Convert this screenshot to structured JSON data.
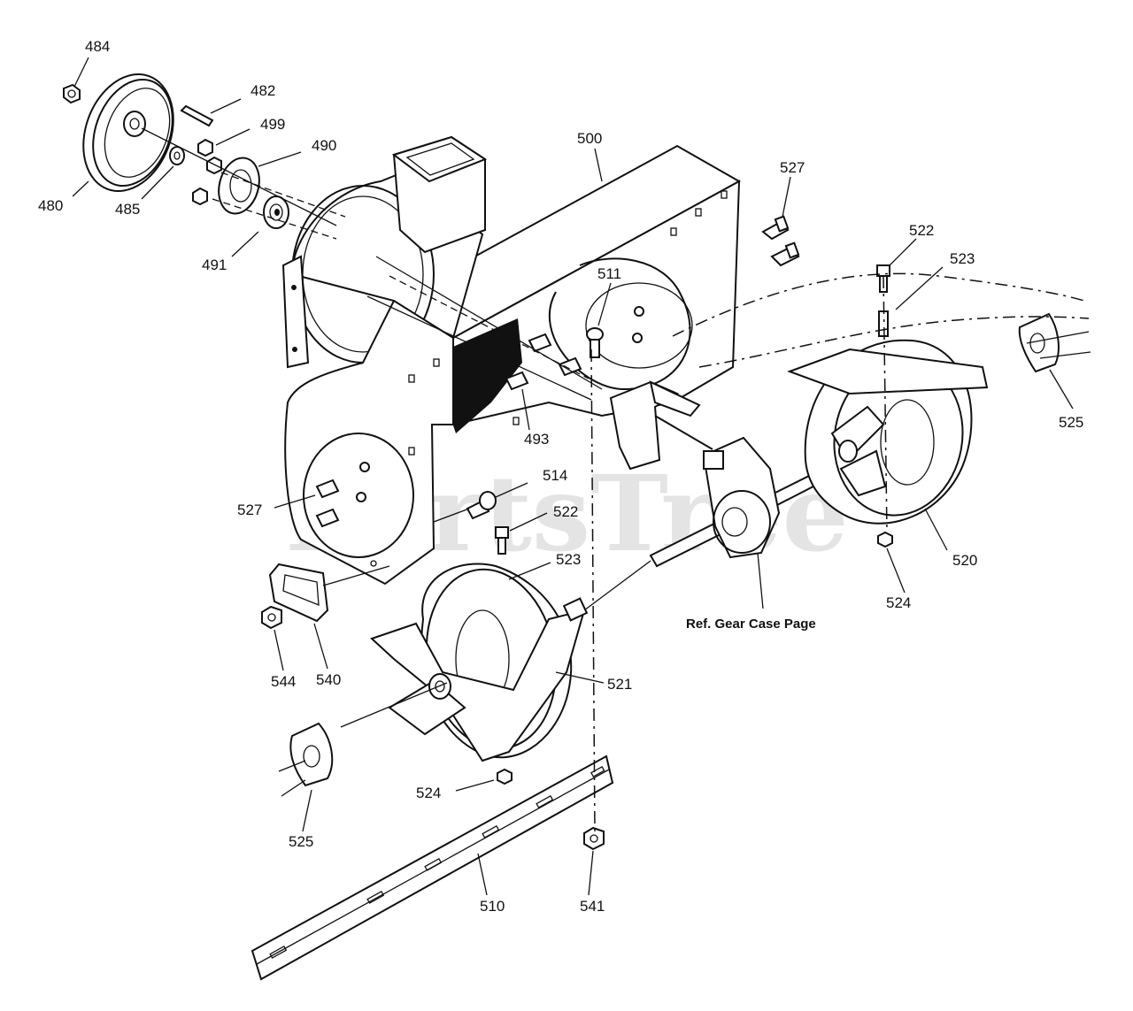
{
  "watermark": "PartsTree",
  "reference_note": "Ref. Gear Case Page",
  "callouts": {
    "c484": "484",
    "c482": "482",
    "c499": "499",
    "c490": "490",
    "c480": "480",
    "c485": "485",
    "c491": "491",
    "c500": "500",
    "c527a": "527",
    "c522a": "522",
    "c523a": "523",
    "c511": "511",
    "c525a": "525",
    "c493": "493",
    "c514": "514",
    "c522b": "522",
    "c527b": "527",
    "c523b": "523",
    "c520": "520",
    "c524a": "524",
    "c544": "544",
    "c540": "540",
    "c521": "521",
    "c524b": "524",
    "c525b": "525",
    "c510": "510",
    "c541": "541"
  }
}
